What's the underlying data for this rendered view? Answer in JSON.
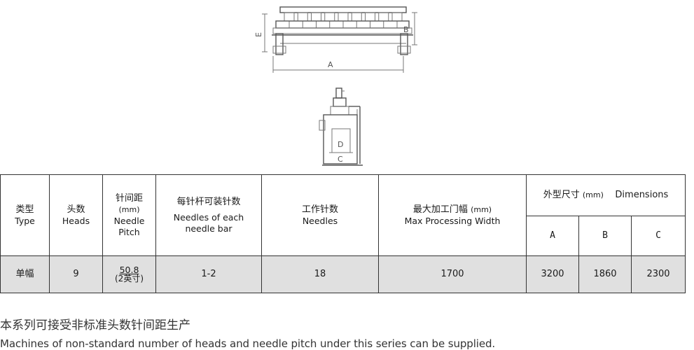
{
  "drawings": {
    "front_labels": {
      "A": "A",
      "B": "B",
      "E": "E"
    },
    "side_labels": {
      "D": "D",
      "C": "C"
    }
  },
  "table": {
    "headers": {
      "type": {
        "cn": "类型",
        "en": "Type"
      },
      "heads": {
        "cn": "头数",
        "en": "Heads"
      },
      "pitch": {
        "cn": "针间距",
        "unit": "(mm)",
        "en1": "Needle",
        "en2": "Pitch"
      },
      "needles_per_bar": {
        "cn": "每针杆可装针数",
        "en1": "Needles of each",
        "en2": "needle bar"
      },
      "needles": {
        "cn": "工作针数",
        "en": "Needles"
      },
      "max_width": {
        "cn": "最大加工门幅",
        "unit": "(mm)",
        "en": "Max Processing Width"
      },
      "dimensions": {
        "cn": "外型尺寸",
        "unit": "(mm)",
        "en": "Dimensions"
      },
      "dim_a": "A",
      "dim_b": "B",
      "dim_c": "C"
    },
    "rows": [
      {
        "type": "单幅",
        "heads": "9",
        "pitch_top": "50.8",
        "pitch_bottom": "(2英寸)",
        "needles_per_bar": "1-2",
        "needles": "18",
        "max_width": "1700",
        "a": "3200",
        "b": "1860",
        "c": "2300"
      }
    ]
  },
  "notes": {
    "cn": "本系列可接受非标准头数针间距生产",
    "en": "Machines of non-standard number of heads and needle pitch under this series can be supplied."
  }
}
